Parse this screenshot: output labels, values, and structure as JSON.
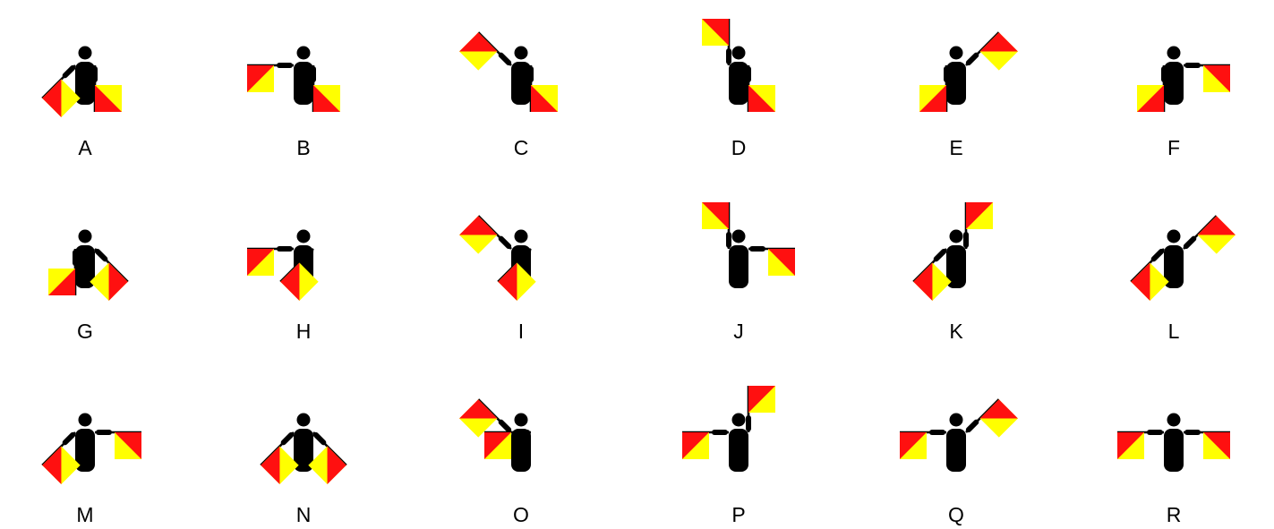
{
  "colors": {
    "background": "#ffffff",
    "body": "#000000",
    "flag_red": "#ff1010",
    "flag_yellow": "#ffff00"
  },
  "signals": [
    {
      "letter": "A",
      "right_arm": "low-left",
      "left_arm": "down"
    },
    {
      "letter": "B",
      "right_arm": "left",
      "left_arm": "down"
    },
    {
      "letter": "C",
      "right_arm": "high-left",
      "left_arm": "down"
    },
    {
      "letter": "D",
      "right_arm": "up",
      "left_arm": "down"
    },
    {
      "letter": "E",
      "right_arm": "down",
      "left_arm": "high-right"
    },
    {
      "letter": "F",
      "right_arm": "down",
      "left_arm": "right"
    },
    {
      "letter": "G",
      "right_arm": "down",
      "left_arm": "low-right"
    },
    {
      "letter": "H",
      "right_arm": "left",
      "left_arm": "low-left"
    },
    {
      "letter": "I",
      "right_arm": "high-left",
      "left_arm": "low-left"
    },
    {
      "letter": "J",
      "right_arm": "up",
      "left_arm": "right"
    },
    {
      "letter": "K",
      "right_arm": "low-left",
      "left_arm": "up"
    },
    {
      "letter": "L",
      "right_arm": "low-left",
      "left_arm": "high-right"
    },
    {
      "letter": "M",
      "right_arm": "low-left",
      "left_arm": "right"
    },
    {
      "letter": "N",
      "right_arm": "low-left",
      "left_arm": "low-right"
    },
    {
      "letter": "O",
      "right_arm": "high-left",
      "left_arm": "left"
    },
    {
      "letter": "P",
      "right_arm": "left",
      "left_arm": "up"
    },
    {
      "letter": "Q",
      "right_arm": "left",
      "left_arm": "high-right"
    },
    {
      "letter": "R",
      "right_arm": "left",
      "left_arm": "right"
    }
  ]
}
